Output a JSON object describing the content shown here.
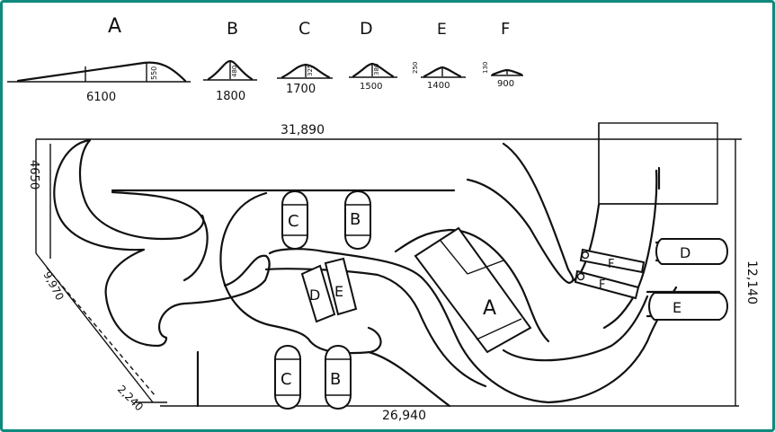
{
  "jumps": [
    {
      "letter": "A",
      "length": "6100",
      "height": "550"
    },
    {
      "letter": "B",
      "length": "1800",
      "height": "480"
    },
    {
      "letter": "C",
      "length": "1700",
      "height": "325"
    },
    {
      "letter": "D",
      "length": "1500",
      "height": "380"
    },
    {
      "letter": "E",
      "length": "1400",
      "height": "250"
    },
    {
      "letter": "F",
      "length": "900",
      "height": "130"
    }
  ],
  "dimensions": {
    "top_width": "31,890",
    "bottom_width": "26,940",
    "right_height": "12,140",
    "left_top_height": "4650",
    "left_diagonal": "9,970",
    "left_bottom": "2,240"
  },
  "track_labels": {
    "c_upper": "C",
    "b_upper": "B",
    "d_mid": "D",
    "e_mid": "E",
    "c_lower": "C",
    "b_lower": "B",
    "a_main": "A",
    "f_top": "F",
    "f_bottom": "F",
    "d_right": "D",
    "e_right": "E"
  },
  "colors": {
    "frame": "#0e8a7e",
    "ink": "#111111"
  }
}
